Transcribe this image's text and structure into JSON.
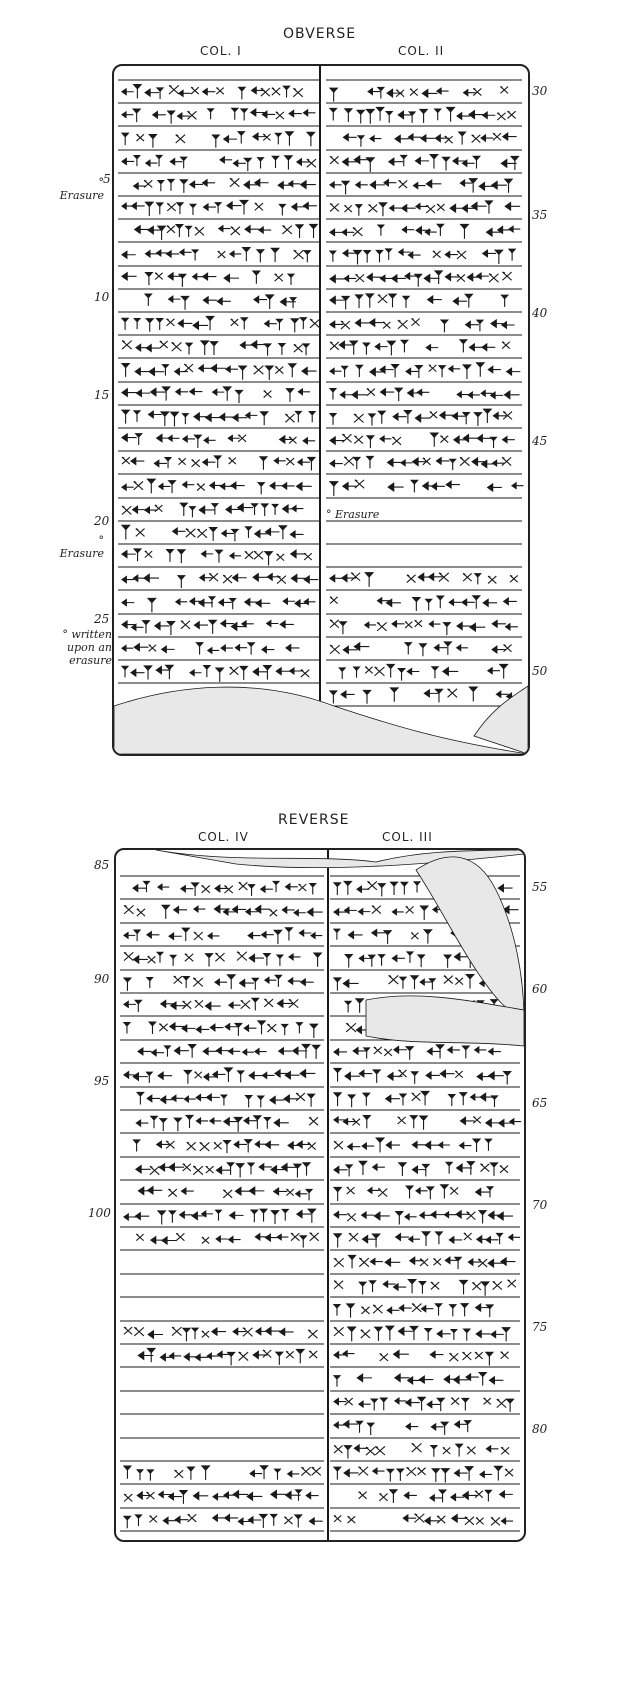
{
  "obverse": {
    "title": "OBVERSE",
    "col_left": "COL. I",
    "col_right": "COL. II",
    "left_numbers": [
      "5",
      "10",
      "15",
      "20",
      "25"
    ],
    "right_numbers": [
      "30",
      "35",
      "40",
      "45",
      "50"
    ],
    "notes": {
      "erasure_1": "Erasure",
      "erasure_2": "Erasure",
      "erasure_3": "Erasure",
      "written_upon": "written upon an erasure"
    }
  },
  "reverse": {
    "title": "REVERSE",
    "col_left": "COL. IV",
    "col_right": "COL. III",
    "left_numbers": [
      "85",
      "90",
      "95",
      "100"
    ],
    "right_numbers": [
      "55",
      "60",
      "65",
      "70",
      "75",
      "80"
    ]
  },
  "colors": {
    "ink": "#1a1a1a",
    "paper": "#ffffff"
  }
}
